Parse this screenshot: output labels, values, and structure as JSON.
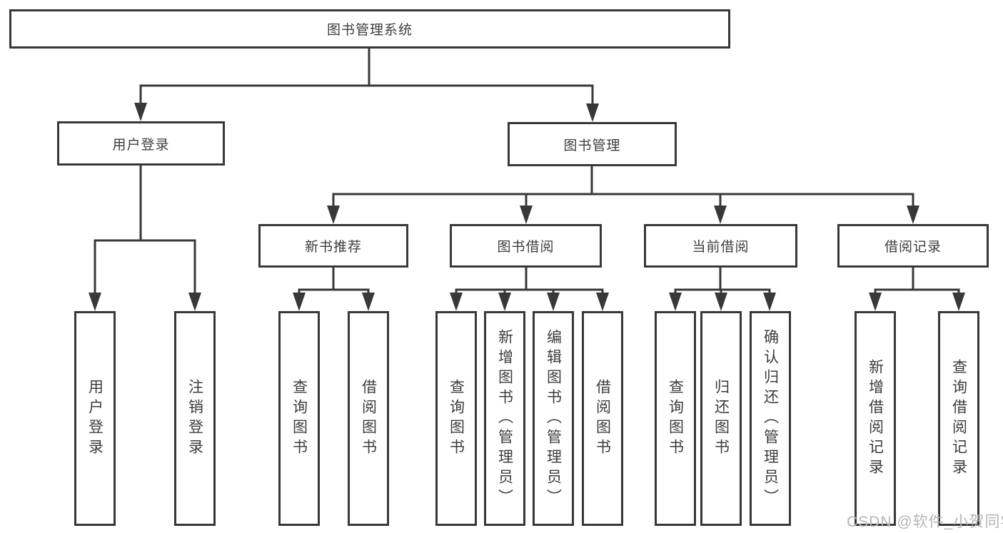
{
  "diagram": {
    "title": "图书管理系统",
    "level2": {
      "user_login": "用户登录",
      "book_management": "图书管理"
    },
    "level3": {
      "new_book_recommend": "新书推荐",
      "book_borrow": "图书借阅",
      "current_borrow": "当前借阅",
      "borrow_records": "借阅记录"
    },
    "leaves": {
      "user_login": "用户登录",
      "logout": "注销登录",
      "recommend_query": "查询图书",
      "recommend_borrow": "借阅图书",
      "borrow_query": "查询图书",
      "borrow_add": "新增图书（管理员）",
      "borrow_edit": "编辑图书（管理员）",
      "borrow_do": "借阅图书",
      "current_query": "查询图书",
      "current_return": "归还图书",
      "current_confirm": "确认归还（管理员）",
      "records_add": "新增借阅记录",
      "records_query": "查询借阅记录"
    },
    "colors": {
      "line": "#383838",
      "text": "#3d3d3d",
      "watermark": "#b5b5b5"
    }
  },
  "watermark": "CSDN @软件_小贺同学"
}
